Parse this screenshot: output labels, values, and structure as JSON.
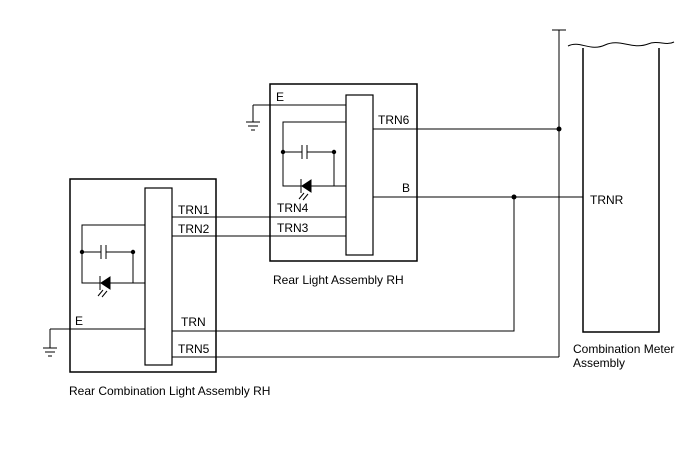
{
  "labels": {
    "left_assembly": "Rear Combination Light Assembly RH",
    "mid_assembly": "Rear Light Assembly RH",
    "meter_line1": "Combination Meter",
    "meter_line2": "Assembly"
  },
  "pins": {
    "left_trn1": "TRN1",
    "left_trn2": "TRN2",
    "left_trn": "TRN",
    "left_trn5": "TRN5",
    "left_e": "E",
    "mid_e": "E",
    "mid_trn6": "TRN6",
    "mid_b": "B",
    "mid_trn4": "TRN4",
    "mid_trn3": "TRN3",
    "meter_trnr": "TRNR"
  },
  "colors": {
    "line": "#000000",
    "background": "#ffffff"
  }
}
